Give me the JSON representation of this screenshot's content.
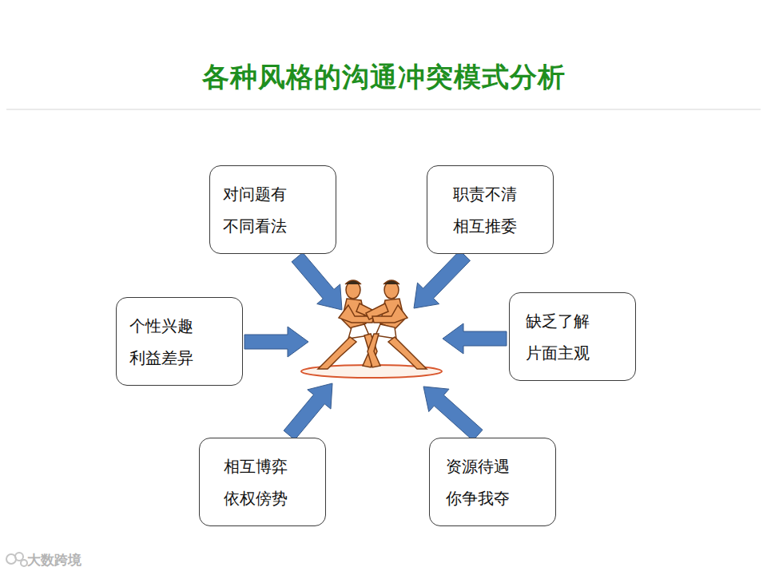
{
  "diagram": {
    "title": "各种风格的沟通冲突模式分析",
    "nodes": [
      {
        "text": [
          "对问题有 不同看法"
        ]
      },
      {
        "text": [
          "职责不清 相互推委"
        ]
      },
      {
        "text": [
          "个性兴趣 利益差异"
        ]
      },
      {
        "text": [
          "缺乏了解 片面主观"
        ]
      },
      {
        "text": [
          "相互博弈 依权傍势"
        ]
      },
      {
        "text": [
          "资源待遇 你争我夺"
        ]
      }
    ],
    "labels": [
      "大数跨境"
    ]
  }
}
